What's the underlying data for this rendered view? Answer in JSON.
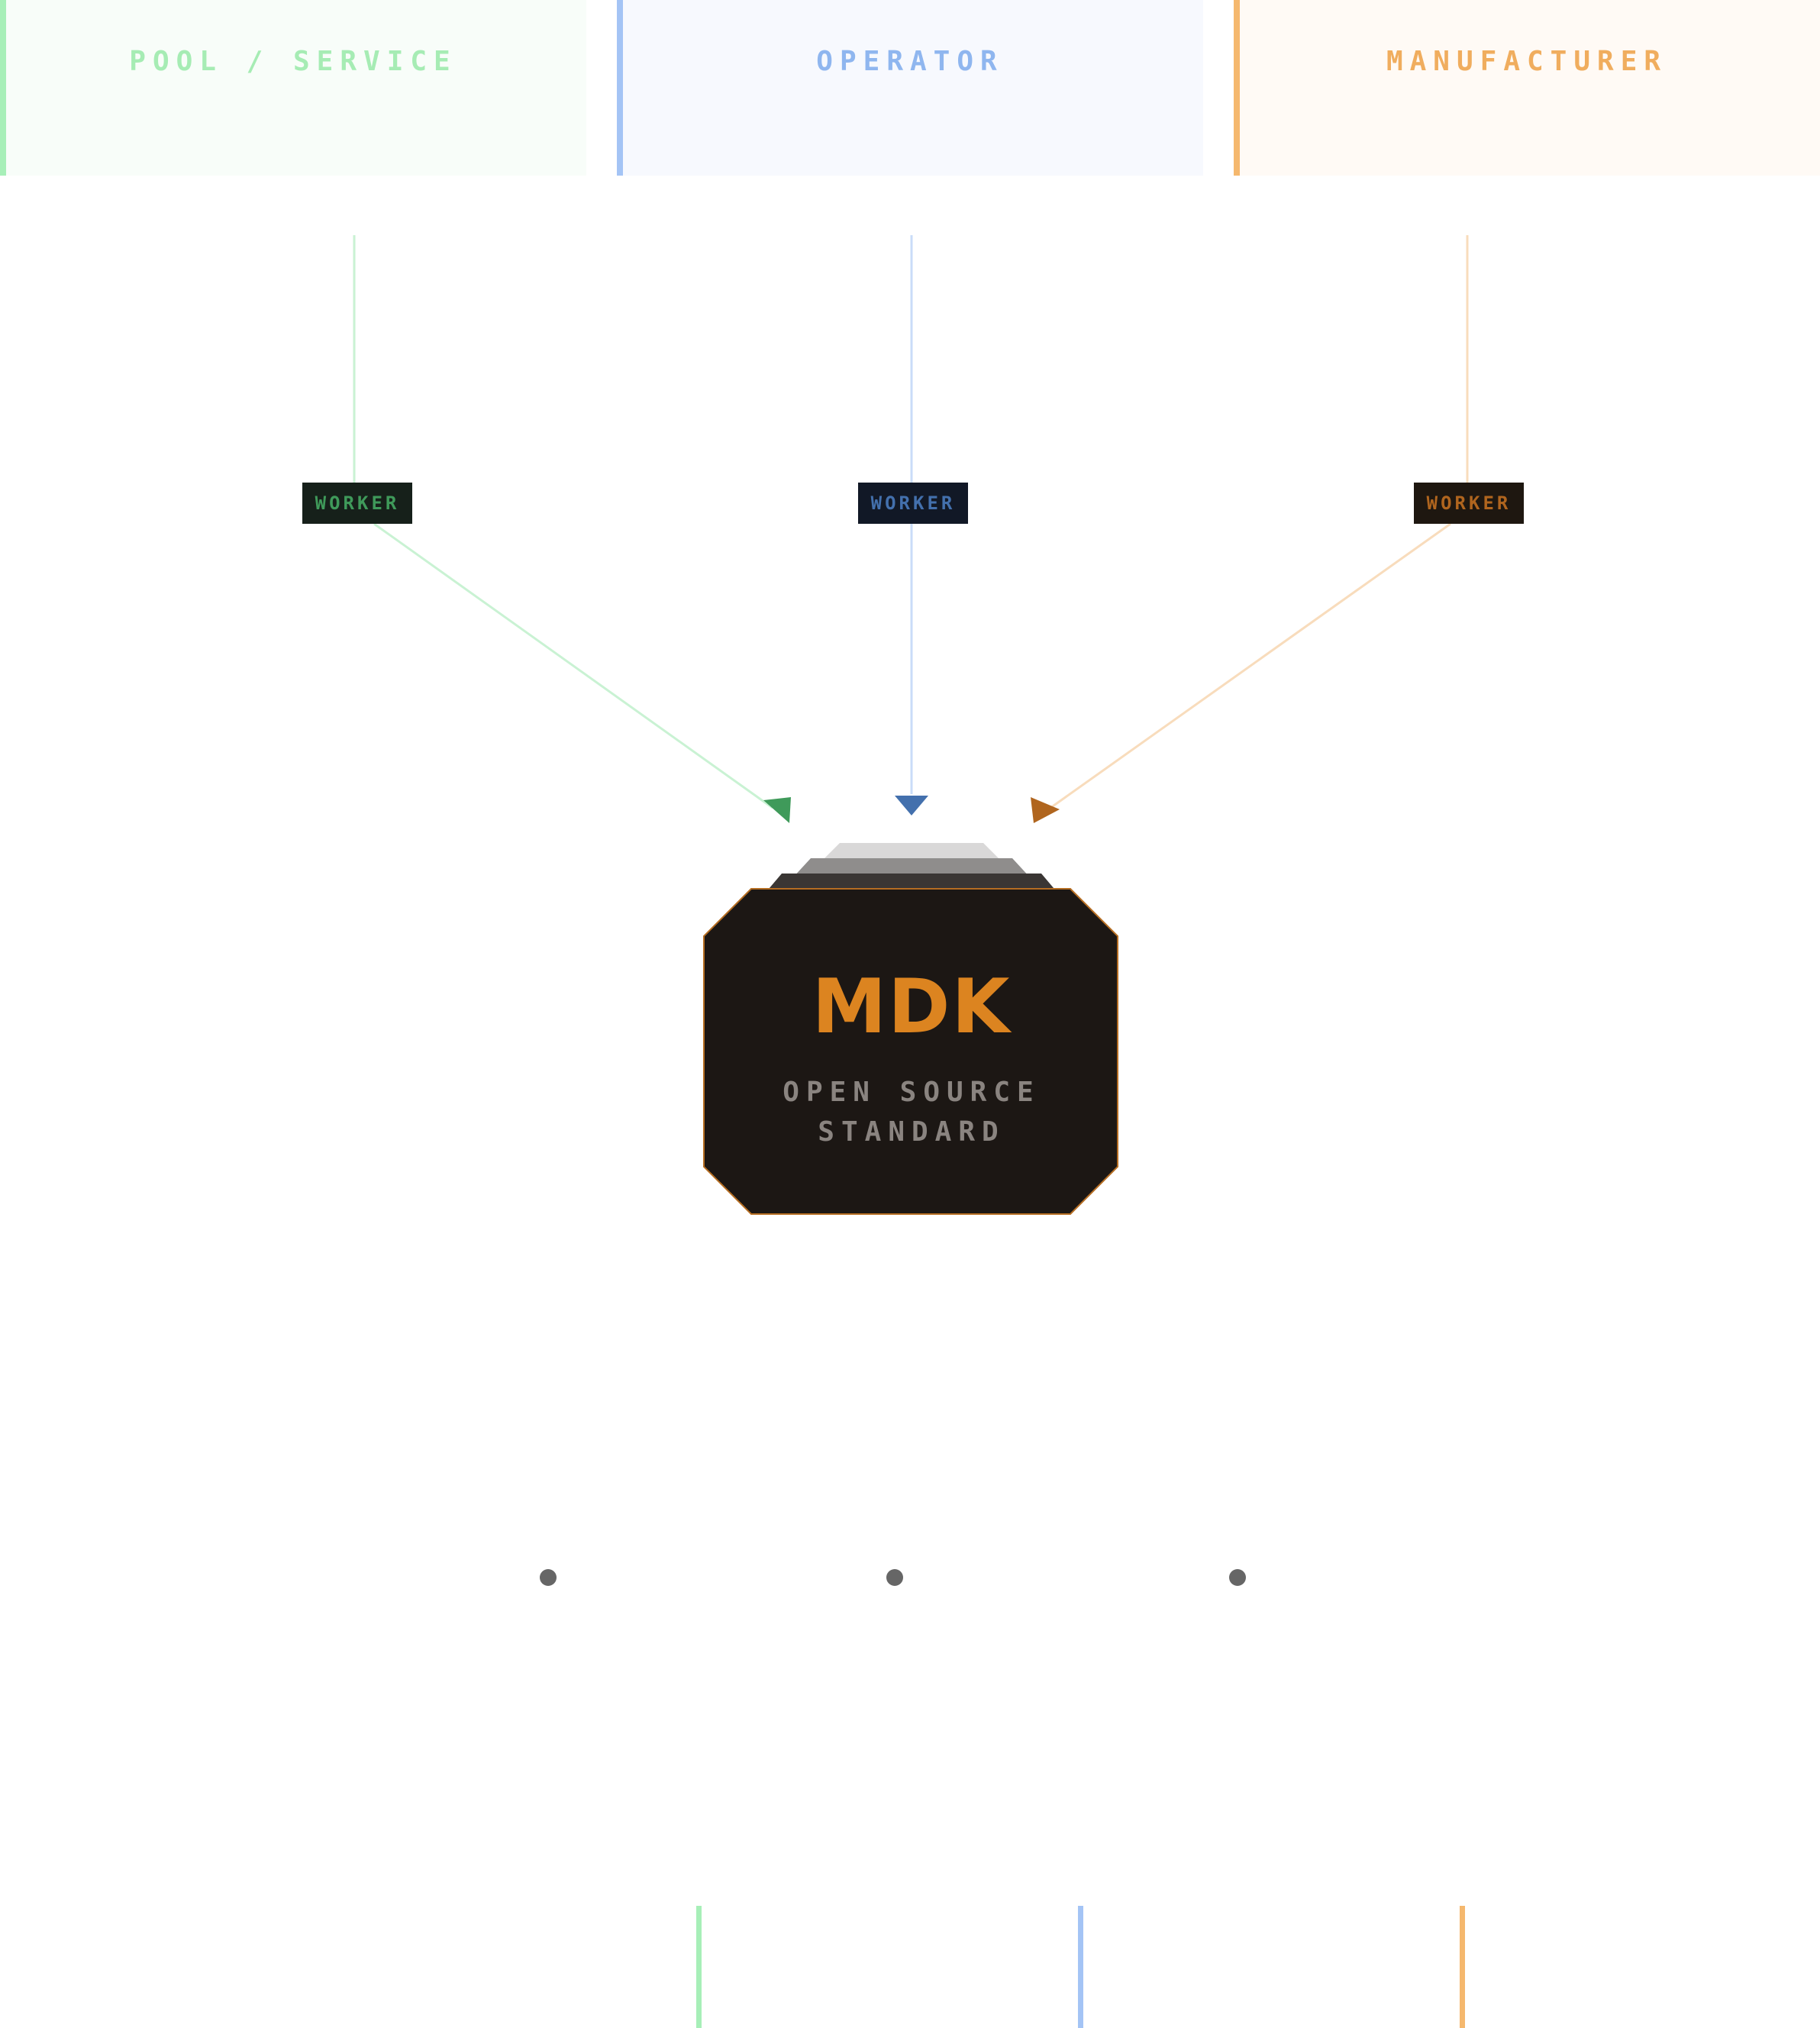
{
  "panels": [
    {
      "title": "POOL / SERVICE",
      "color": "#a7efb8"
    },
    {
      "title": "OPERATOR",
      "color": "#a4c4f5"
    },
    {
      "title": "MANUFACTURER",
      "color": "#f5b86e"
    }
  ],
  "workers": [
    {
      "label": "WORKER",
      "color": "#3f9a5a"
    },
    {
      "label": "WORKER",
      "color": "#4370ad"
    },
    {
      "label": "WORKER",
      "color": "#b0651e"
    }
  ],
  "hub": {
    "title": "MDK",
    "subtitle_line1": "OPEN SOURCE",
    "subtitle_line2": "STANDARD",
    "accent": "#dc8420",
    "fill": "#1c1714"
  }
}
